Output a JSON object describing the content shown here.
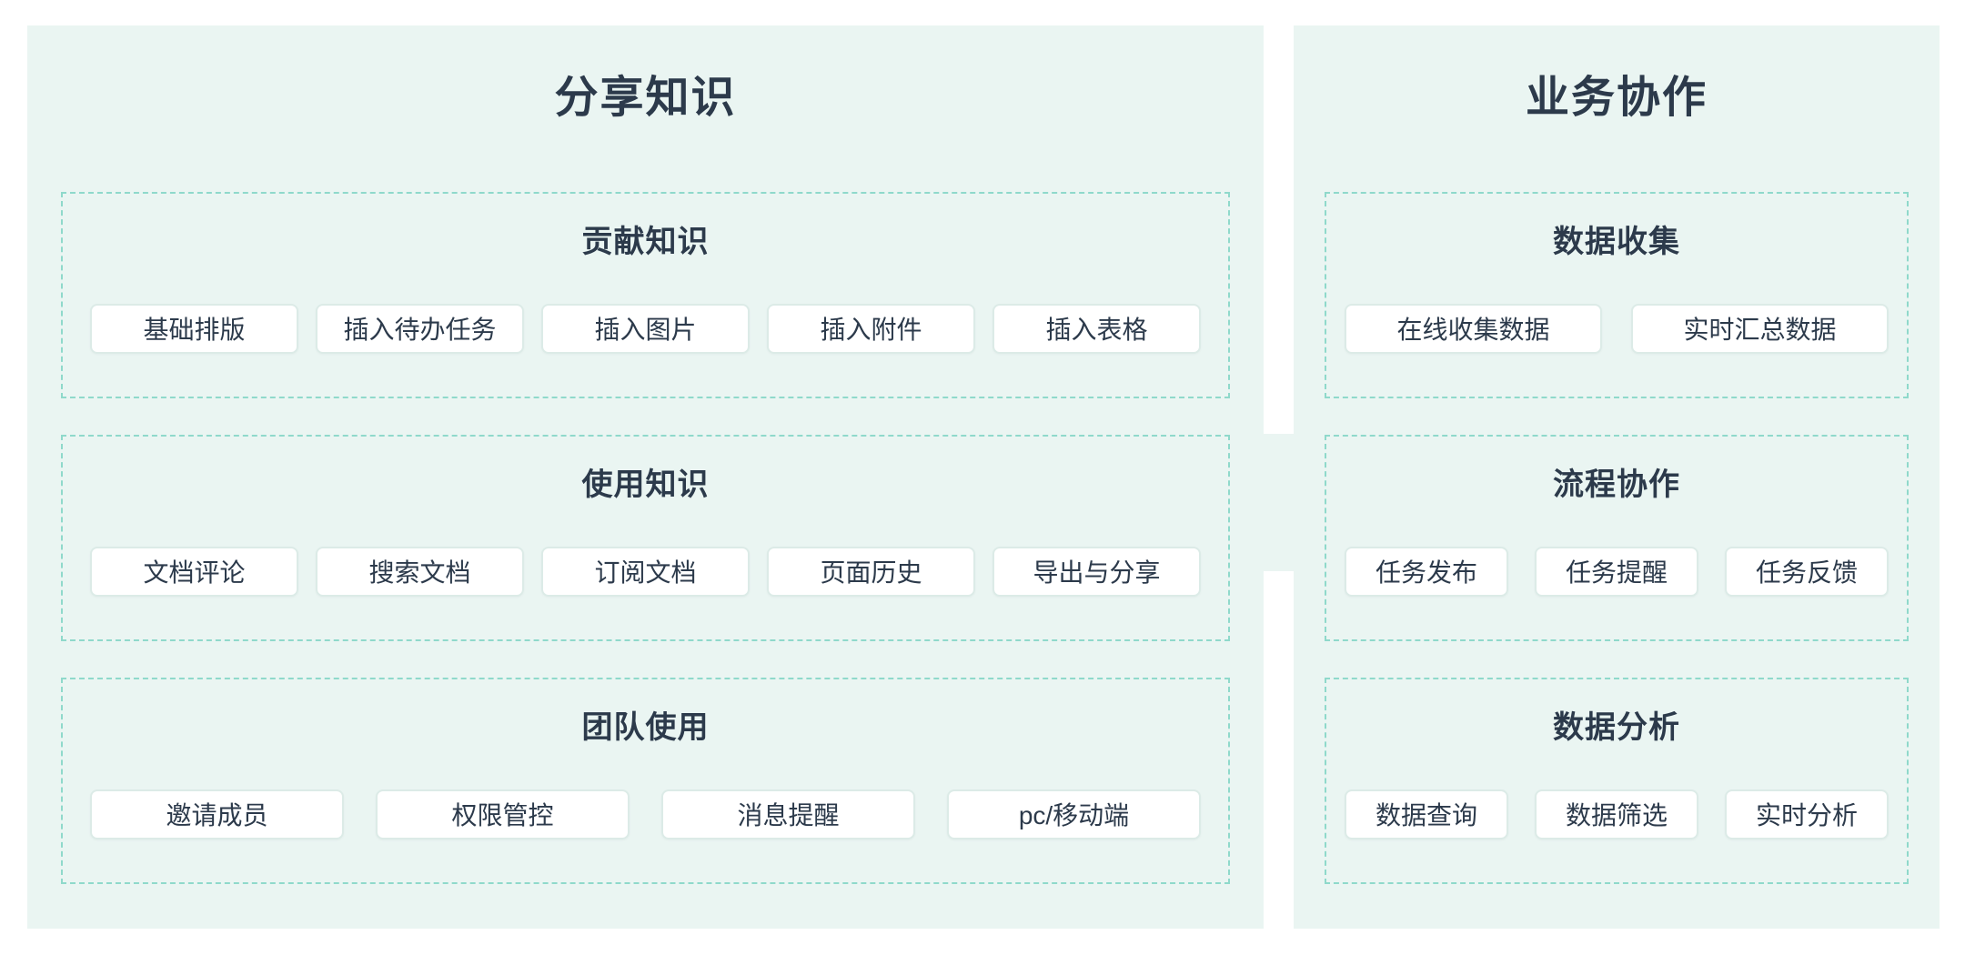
{
  "colors": {
    "page_background": "#FFFFFF",
    "panel_background": "#EAF5F2",
    "dashed_border": "#8FD9CB",
    "chip_border": "#DCEBE7",
    "text": "#2C3A4B"
  },
  "panels": [
    {
      "title": "分享知识",
      "sections": [
        {
          "title": "贡献知识",
          "items": [
            "基础排版",
            "插入待办任务",
            "插入图片",
            "插入附件",
            "插入表格"
          ]
        },
        {
          "title": "使用知识",
          "items": [
            "文档评论",
            "搜索文档",
            "订阅文档",
            "页面历史",
            "导出与分享"
          ]
        },
        {
          "title": "团队使用",
          "items": [
            "邀请成员",
            "权限管控",
            "消息提醒",
            "pc/移动端"
          ]
        }
      ]
    },
    {
      "title": "业务协作",
      "sections": [
        {
          "title": "数据收集",
          "items": [
            "在线收集数据",
            "实时汇总数据"
          ]
        },
        {
          "title": "流程协作",
          "items": [
            "任务发布",
            "任务提醒",
            "任务反馈"
          ]
        },
        {
          "title": "数据分析",
          "items": [
            "数据查询",
            "数据筛选",
            "实时分析"
          ]
        }
      ]
    }
  ]
}
